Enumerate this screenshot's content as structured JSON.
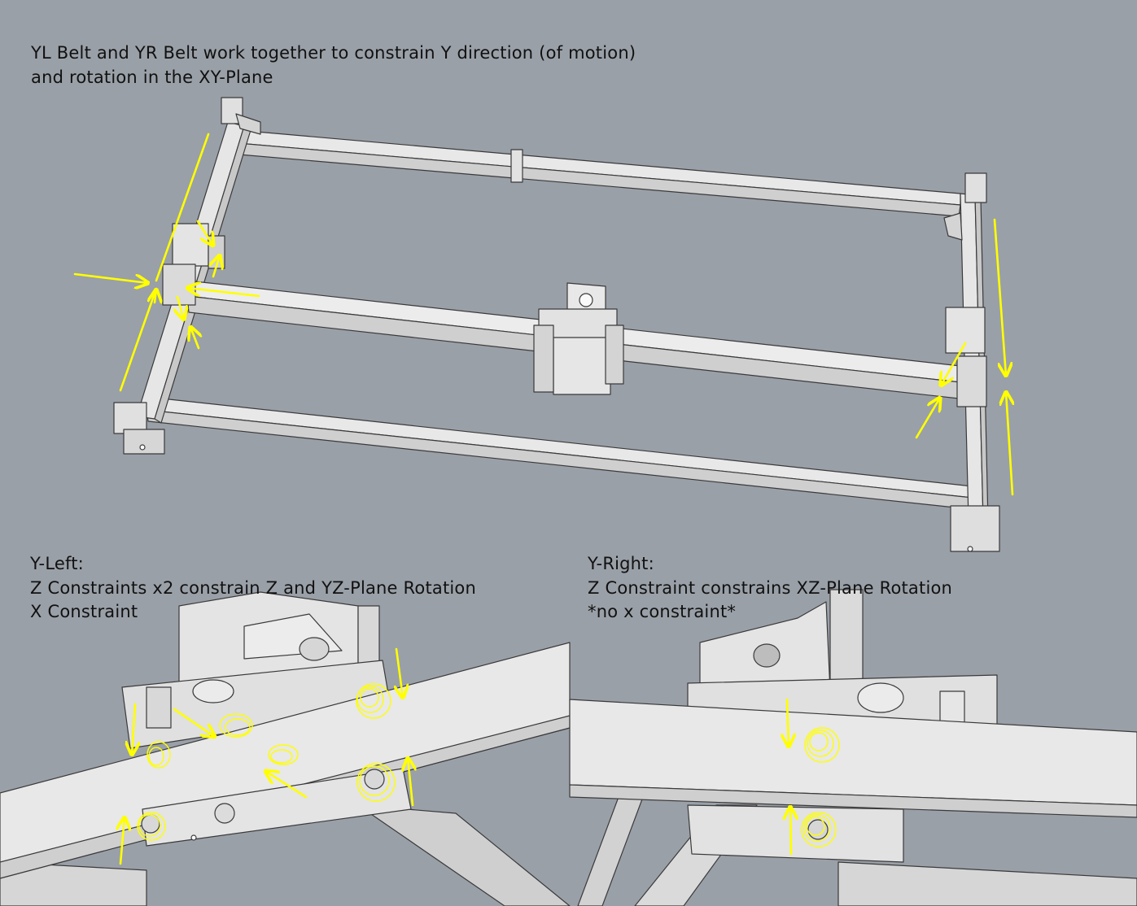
{
  "captions": {
    "top": {
      "line1": "YL Belt and YR Belt work together to constrain Y direction (of motion)",
      "line2": "and rotation in the XY-Plane"
    },
    "left": {
      "line1": "Y-Left:",
      "line2": "Z Constraints x2 constrain Z and YZ-Plane Rotation",
      "line3": "X Constraint"
    },
    "right": {
      "line1": "Y-Right:",
      "line2": "Z Constraint constrains XZ-Plane Rotation",
      "line3": "*no x constraint*"
    }
  },
  "colors": {
    "background": "#9aa0a8",
    "model_fill": "#e6e6e6",
    "model_shade": "#cfcfcf",
    "model_edge": "#3a3a3a",
    "annotation": "#ffff00"
  }
}
